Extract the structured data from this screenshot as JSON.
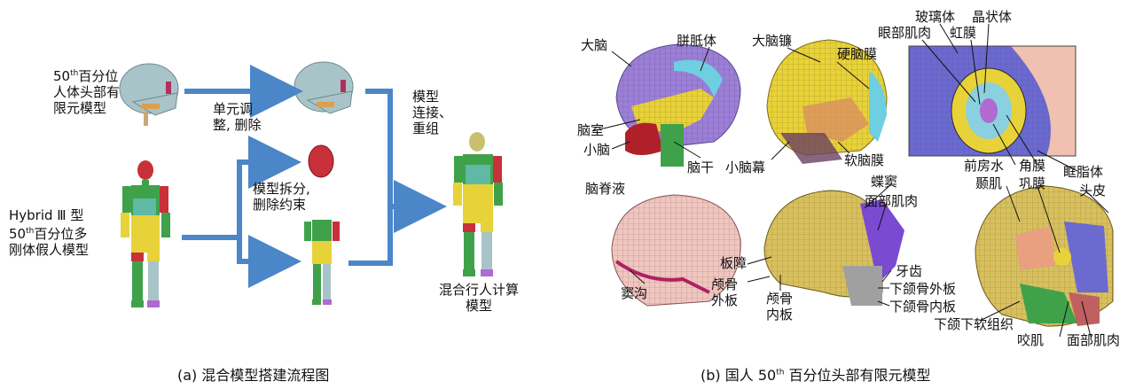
{
  "panel_a": {
    "head_model_line1_pre": "50",
    "head_model_line1_sup": "th",
    "head_model_line1_post": "百分位",
    "head_model_line2": "人体头部有",
    "head_model_line3": "限元模型",
    "step_adjust_line1": "单元调",
    "step_adjust_line2": "整, 删除",
    "step_split_line1": "模型拆分,",
    "step_split_line2": "删除约束",
    "connect_line1": "模型",
    "connect_line2": "连接、",
    "connect_line3": "重组",
    "dummy_line1": "Hybrid Ⅲ 型",
    "dummy_line2_pre": "50",
    "dummy_line2_sup": "th",
    "dummy_line2_post": "百分位多",
    "dummy_line3": "刚体假人模型",
    "result_line1": "混合行人计算",
    "result_line2": "模型",
    "caption": "(a)  混合模型搭建流程图"
  },
  "panel_b": {
    "labels": {
      "dana": "大脑",
      "pianzhiti": "胼胝体",
      "danaolian": "大脑镰",
      "yingnaomo": "硬脑膜",
      "naoshi": "脑室",
      "xiaonao": "小脑",
      "naogan": "脑干",
      "xiaonaomu": "小脑幕",
      "ruannaomo": "软脑膜",
      "naojiye": "脑脊液",
      "bolibi": "玻璃体",
      "jingzhuangti": "晶状体",
      "yanbujirou": "眼部肌肉",
      "hongmo": "虹膜",
      "qianfangshui": "前房水",
      "jiaomo": "角膜",
      "kuangzhiti": "眶脂体",
      "nieji": "颞肌",
      "gongmo": "巩膜",
      "toupi": "头皮",
      "diedou": "蝶窦",
      "mianbujirou": "面部肌肉",
      "banzhang": "板障",
      "luguwaiban": "颅骨\n外板",
      "luguneiban": "颅骨\n内板",
      "douggou": "窦沟",
      "yachi": "牙齿",
      "xiaheguwaiban": "下颌骨外板",
      "xiaheguneiban": "下颌骨内板",
      "xiaheruanzuzhi": "下颌下软组织",
      "yaoji": "咬肌",
      "mianbujirou2": "面部肌肉"
    },
    "caption_pre": "(b)  国人 50",
    "caption_sup": "th",
    "caption_post": " 百分位头部有限元模型"
  },
  "colors": {
    "arrow": "#4a86c8",
    "skull": "#a9c4c8",
    "brain": "#9c7fd6",
    "yellow": "#e8d23a",
    "dummy_green": "#3fa24a",
    "dummy_red": "#c8303a"
  }
}
